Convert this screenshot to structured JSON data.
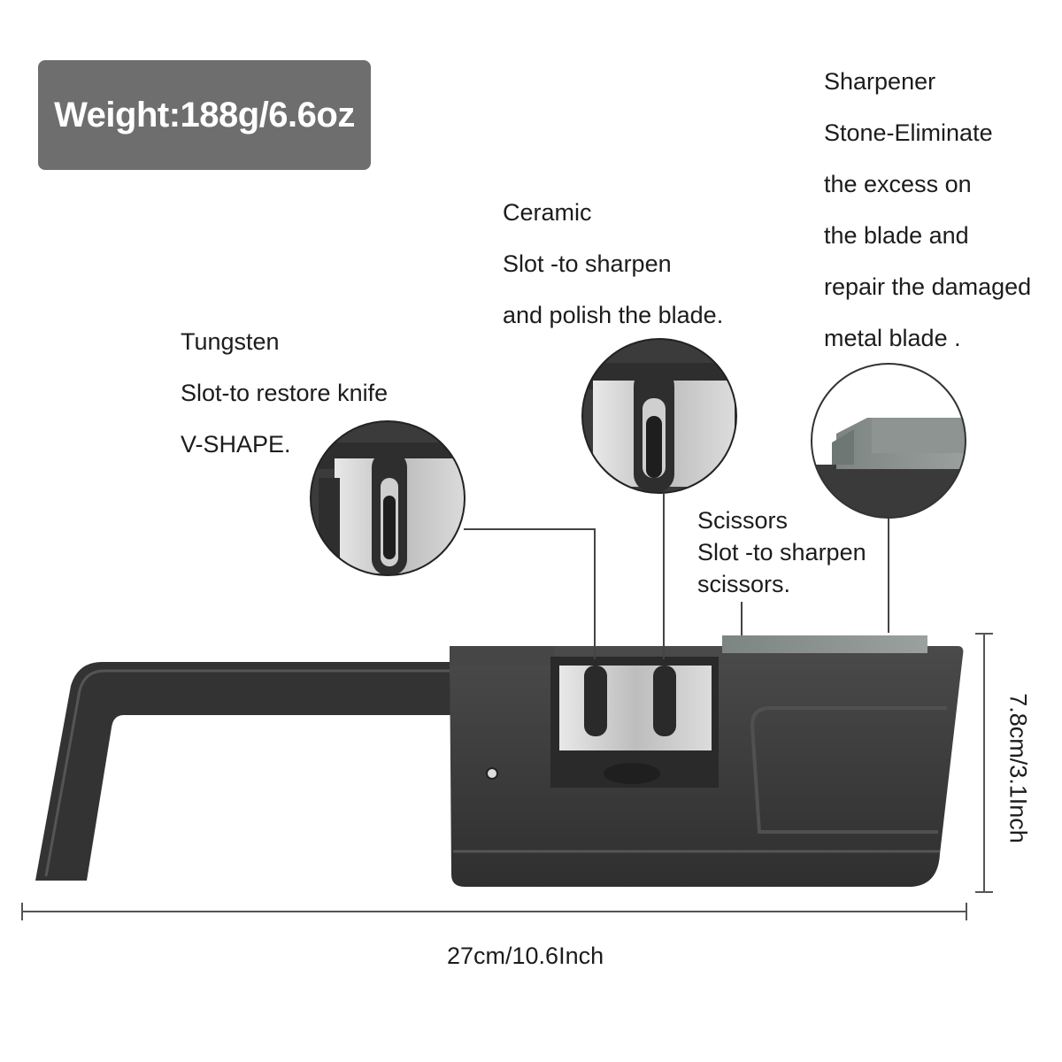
{
  "weight_badge": {
    "text": "Weight:188g/6.6oz"
  },
  "labels": {
    "tungsten": {
      "lines": [
        "Tungsten",
        "Slot-to restore knife",
        "V-SHAPE."
      ]
    },
    "ceramic": {
      "lines": [
        "Ceramic",
        "Slot -to sharpen",
        "and polish the blade."
      ]
    },
    "sharpener_stone": {
      "lines": [
        "Sharpener",
        "Stone-Eliminate",
        "the excess on",
        "the blade and",
        "repair the damaged",
        "metal blade ."
      ]
    },
    "scissors": {
      "lines": [
        "Scissors",
        "Slot -to sharpen",
        "scissors."
      ]
    }
  },
  "dimensions": {
    "width": "27cm/10.6Inch",
    "height": "7.8cm/3.1Inch"
  },
  "colors": {
    "badge_bg": "#6e6e6e",
    "body_dark": "#3a3a3a",
    "steel": "#c9c9c9"
  }
}
